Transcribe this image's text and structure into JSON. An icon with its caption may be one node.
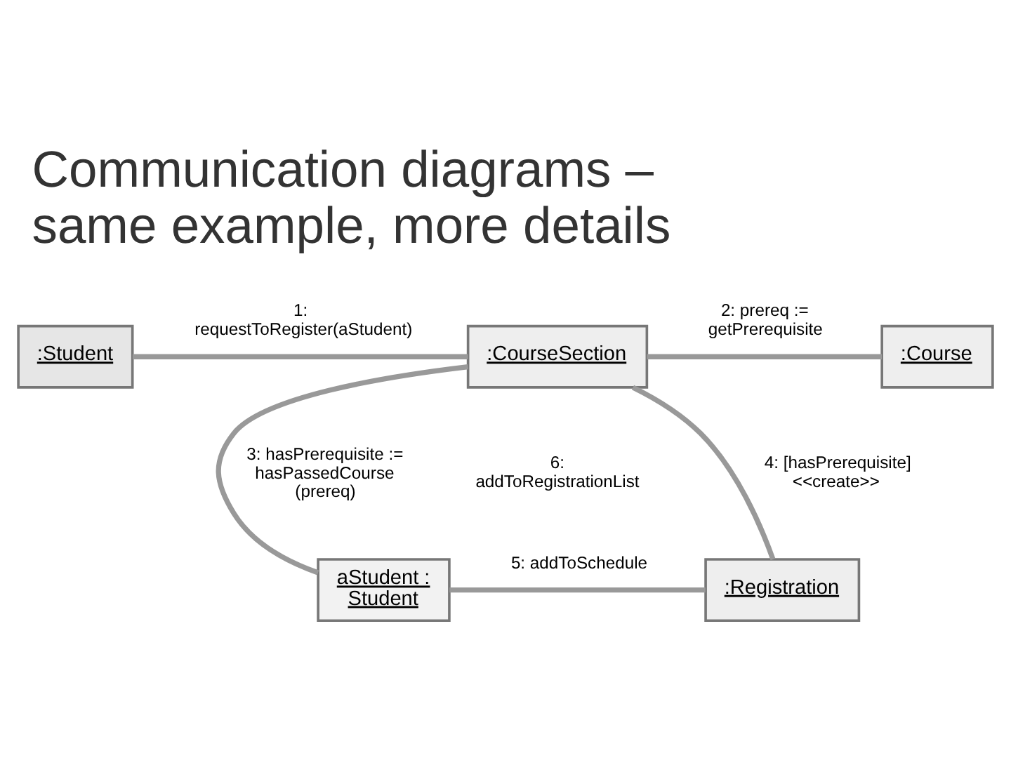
{
  "diagram": {
    "title": "Communication diagrams – same example, more details",
    "nodes": [
      {
        "text": [
          ":Student"
        ]
      },
      {
        "text": [
          ":CourseSection"
        ]
      },
      {
        "text": [
          ":Course"
        ]
      },
      {
        "text": [
          "aStudent : Student"
        ]
      },
      {
        "text": [
          ":Registration"
        ]
      }
    ],
    "edges": [
      {
        "from": 0,
        "to": 1,
        "arrow": "none",
        "label": "1: requestToRegister(aStudent)"
      },
      {
        "from": 1,
        "to": 2,
        "arrow": "none",
        "label": "2: prereq := getPrerequisite"
      },
      {
        "from": 1,
        "to": 3,
        "arrow": "none",
        "label": "3: hasPrerequisite := hasPassedCourse (prereq)"
      },
      {
        "from": 1,
        "to": 4,
        "arrow": "none",
        "label": "4: [hasPrerequisite] <<create>>"
      },
      {
        "from": 3,
        "to": 4,
        "arrow": "none",
        "label": "5: addToSchedule"
      }
    ],
    "labels": [
      "6: addToRegistrationList"
    ]
  }
}
